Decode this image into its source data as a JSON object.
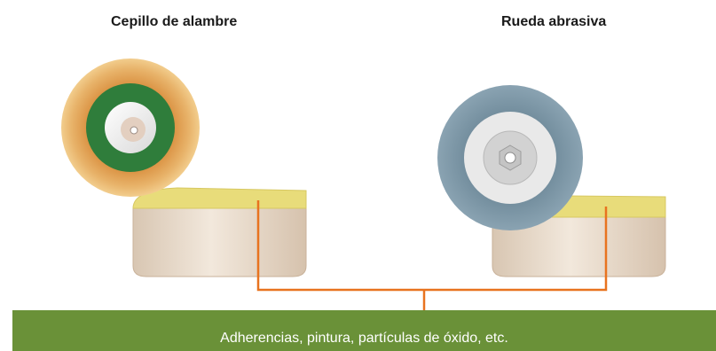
{
  "labels": {
    "left_title": "Cepillo de alambre",
    "right_title": "Rueda abrasiva",
    "caption": "Adherencias, pintura, partículas de óxido, etc."
  },
  "colors": {
    "callout_line": "#e8731f",
    "banner": "#6a9138",
    "brush_bristles": "#e3a85a",
    "brush_hub": "#2f7d3b",
    "abrasive_wheel": "#7e98a8",
    "workpiece": "#e6d8c8",
    "contamination_layer": "#e8dc7a"
  }
}
